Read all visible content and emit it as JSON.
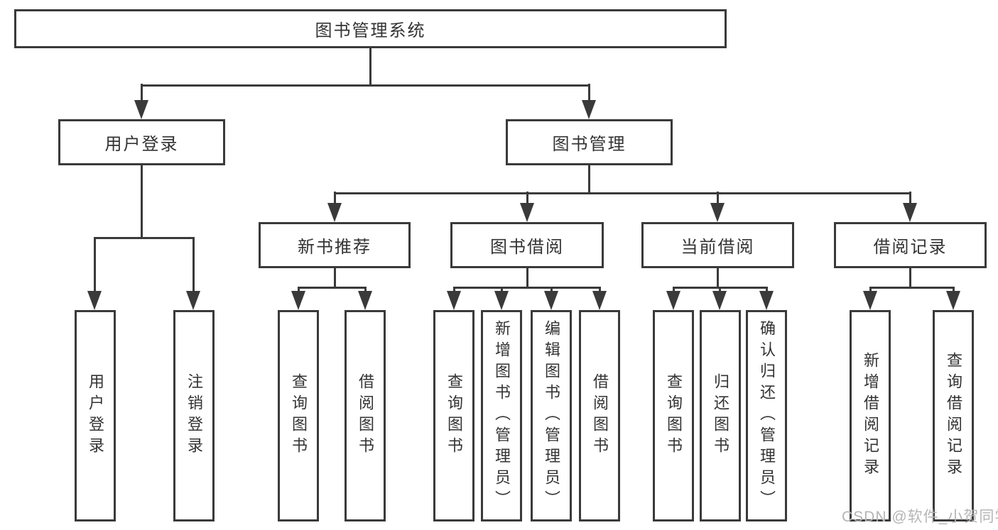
{
  "tree": {
    "label": "图书管理系统",
    "children": [
      {
        "label": "用户登录",
        "children": [
          {
            "label": "用户登录"
          },
          {
            "label": "注销登录"
          }
        ]
      },
      {
        "label": "图书管理",
        "children": [
          {
            "label": "新书推荐",
            "children": [
              {
                "label": "查询图书"
              },
              {
                "label": "借阅图书"
              }
            ]
          },
          {
            "label": "图书借阅",
            "children": [
              {
                "label": "查询图书"
              },
              {
                "label": "新增图书（管理员）"
              },
              {
                "label": "编辑图书（管理员）"
              },
              {
                "label": "借阅图书"
              }
            ]
          },
          {
            "label": "当前借阅",
            "children": [
              {
                "label": "查询图书"
              },
              {
                "label": "归还图书"
              },
              {
                "label": "确认归还（管理员）"
              }
            ]
          },
          {
            "label": "借阅记录",
            "children": [
              {
                "label": "新增借阅记录"
              },
              {
                "label": "查询借阅记录"
              }
            ]
          }
        ]
      }
    ]
  },
  "watermark": "CSDN @软件_小贺同学",
  "colors": {
    "line": "#3a3a3a",
    "text": "#333333",
    "watermark": "#b5b5b5",
    "background": "#ffffff"
  }
}
